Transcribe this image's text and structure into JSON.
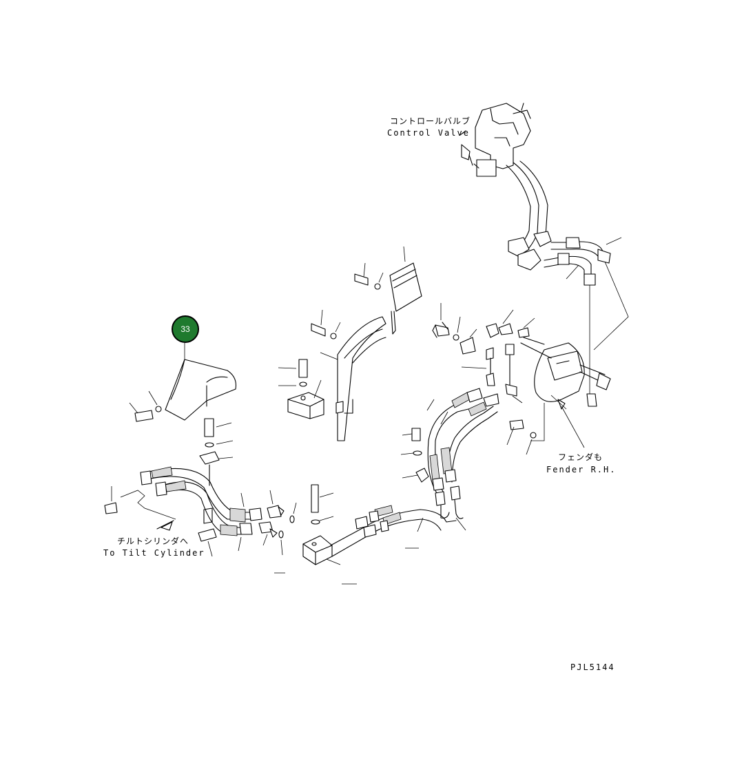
{
  "labels": {
    "control_valve_jp": "コントロールバルブ",
    "control_valve_en": "Control Valve",
    "fender_jp": "フェンダも",
    "fender_en": "Fender R.H.",
    "tilt_jp": "チルトシリンダへ",
    "tilt_en": "To Tilt Cylinder",
    "drawing_code": "PJL5144"
  },
  "callout": {
    "number": "33",
    "fill_color": "#1f7a2e",
    "ring_color": "#000000"
  },
  "colors": {
    "line": "#000000",
    "background": "#ffffff"
  }
}
